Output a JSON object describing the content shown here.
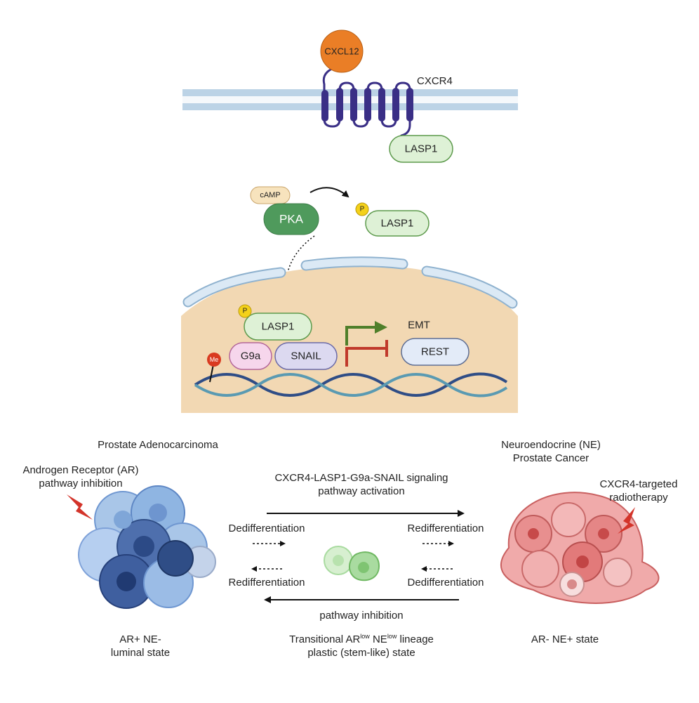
{
  "colors": {
    "membrane": "#bcd3e6",
    "membrane_edge": "#8fb2cf",
    "receptor": "#3a2f86",
    "ligand": "#ea7e26",
    "lasp1_fill": "#def1d6",
    "lasp1_edge": "#5d9a4c",
    "pka_fill": "#4f9a5c",
    "camp_fill": "#f7e3bd",
    "phospho": "#f4d11a",
    "nucleus": "#f2d8b3",
    "g9a_fill": "#f6d6ec",
    "snail_fill": "#dcd9f0",
    "rest_fill": "#e3ebf8",
    "dna_strand_a": "#2f4d86",
    "dna_strand_b": "#5a9ab2",
    "methyl": "#d93a20",
    "activation_arrow": "#4f7f2a",
    "inhibition_arrow": "#c0392b",
    "adeno_cells": "#6f97d1",
    "ne_cells": "#e28585",
    "transitional_cells": "#a9dba0",
    "lightning": "#d3342a"
  },
  "signaling": {
    "ligand": "CXCL12",
    "receptor": "CXCR4",
    "lasp1": "LASP1",
    "camp": "cAMP",
    "pka": "PKA",
    "phospho_mark": "P",
    "phospho_lasp1": "LASP1",
    "methyl_mark": "Me",
    "nuclear_lasp1": "LASP1",
    "g9a": "G9a",
    "snail": "SNAIL",
    "emt": "EMT",
    "rest": "REST"
  },
  "states": {
    "adeno_title": "Prostate Adenocarcinoma",
    "ar_inhibition_line1": "Androgen Receptor (AR)",
    "ar_inhibition_line2": "pathway inhibition",
    "ne_title_line1": "Neuroendocrine (NE)",
    "ne_title_line2": "Prostate Cancer",
    "radiotherapy_line1": "CXCR4-targeted",
    "radiotherapy_line2": "radiotherapy",
    "pathway_line1": "CXCR4-LASP1-G9a-SNAIL signaling",
    "pathway_line2": "pathway activation",
    "dediff_left": "Dedifferentiation",
    "rediff_right": "Redifferentiation",
    "rediff_left": "Redifferentiation",
    "dediff_right": "Dedifferentiation",
    "pathway_inhibition": "pathway inhibition",
    "luminal_line1": "AR+ NE-",
    "luminal_line2": "luminal state",
    "transitional_prefix": "Transitional AR",
    "transitional_sup1": "low",
    "transitional_mid": " NE",
    "transitional_sup2": "low",
    "transitional_suffix": " lineage",
    "transitional_line2": "plastic (stem-like) state",
    "ne_state": "AR- NE+ state"
  }
}
